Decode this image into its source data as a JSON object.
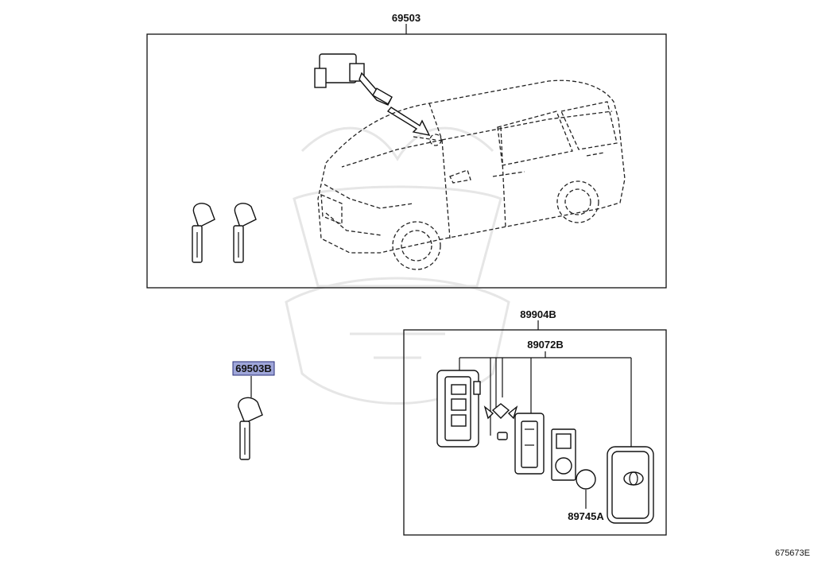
{
  "parts": {
    "assembly": "69503",
    "key_blank": "69503B",
    "transmitter_assy": "89904B",
    "transmitter_sub": "89072B",
    "battery": "89745A"
  },
  "illustration_id": "675673E",
  "colors": {
    "highlight": "#9fa6d9",
    "line": "#111111"
  }
}
